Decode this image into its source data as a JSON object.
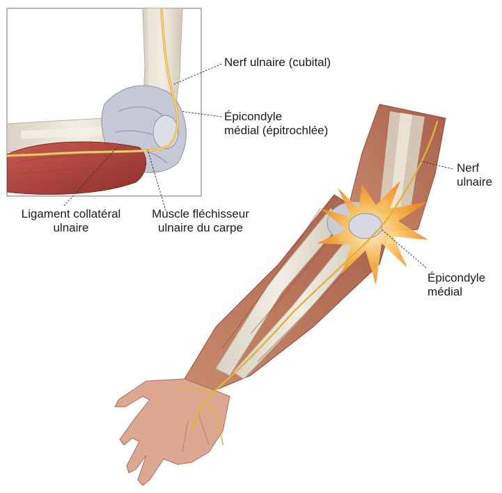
{
  "labels": {
    "nerf_ulnaire_inset": "Nerf ulnaire (cubital)",
    "epicondyle_inset_line1": "Épicondyle",
    "epicondyle_inset_line2": "médial (épitrochlée)",
    "ligament_line1": "Ligament collatéral",
    "ligament_line2": "ulnaire",
    "muscle_line1": "Muscle fléchisseur",
    "muscle_line2": "ulnaire du carpe",
    "nerf_main_line1": "Nerf",
    "nerf_main_line2": "ulnaire",
    "epicondyle_main_line1": "Épicondyle",
    "epicondyle_main_line2": "médial"
  },
  "colors": {
    "muscle": "#b8453e",
    "muscle_dark": "#8e2f2c",
    "skin": "#d9a58c",
    "forearm_muscle": "#b96a4f",
    "bone": "#e8e3d6",
    "ligament": "#c9ccd6",
    "nerve": "#e0b23a",
    "pain_outer": "#f7a233",
    "pain_inner": "#fde9b0",
    "inset_border": "#8a8a8a"
  }
}
